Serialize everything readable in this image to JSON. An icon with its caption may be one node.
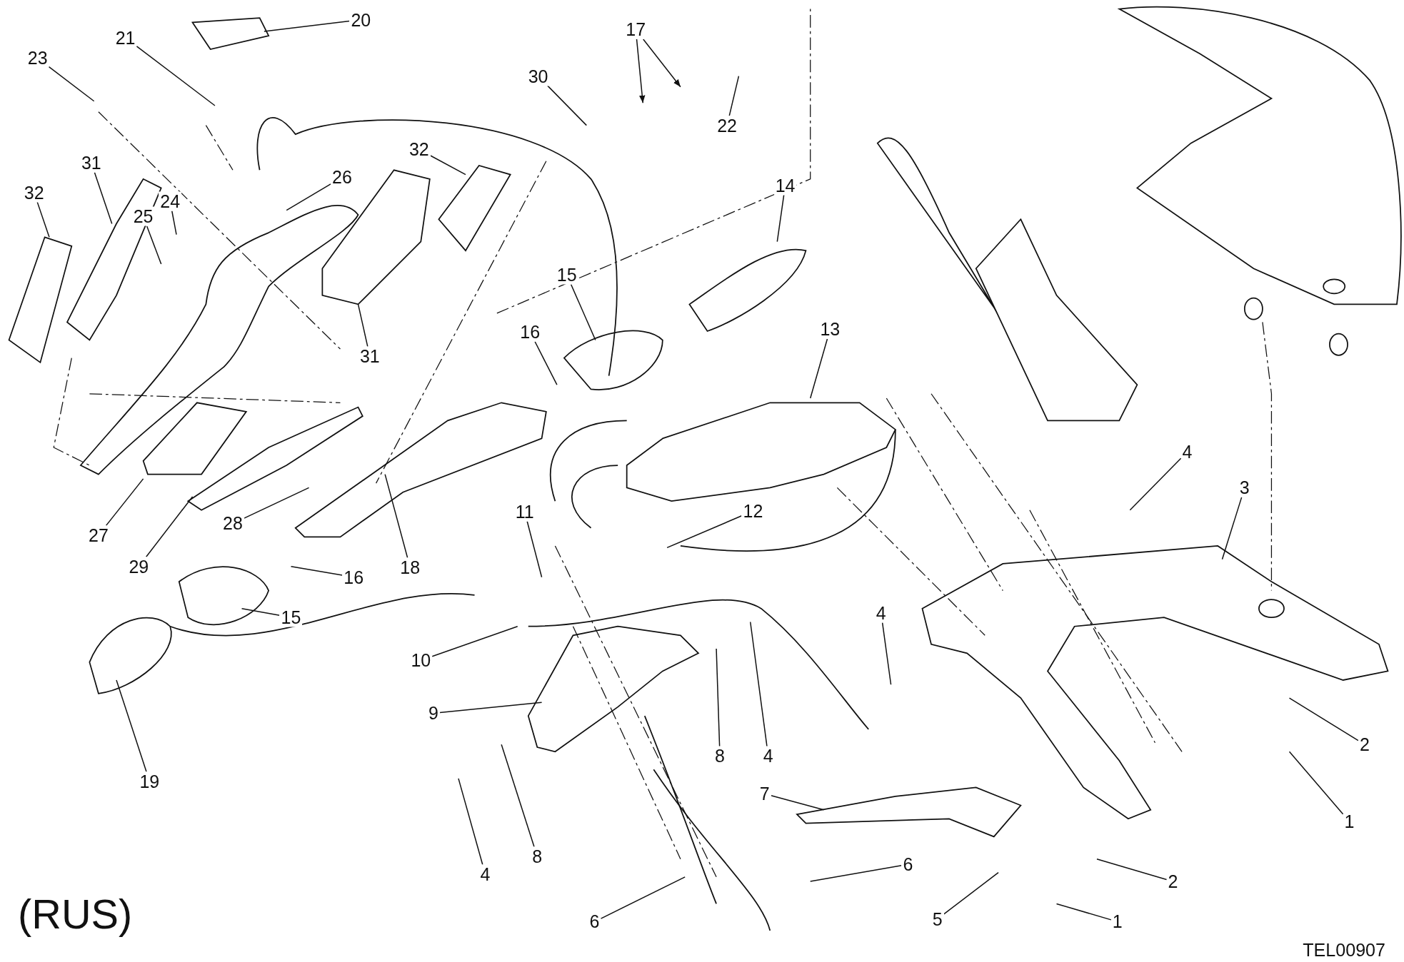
{
  "diagram": {
    "nodes": [
      {
        "text": [
          "20"
        ]
      },
      {
        "text": [
          "21"
        ]
      },
      {
        "text": [
          "23"
        ]
      },
      {
        "text": [
          "17"
        ]
      },
      {
        "text": [
          "30"
        ]
      },
      {
        "text": [
          "22"
        ]
      },
      {
        "text": [
          "32"
        ]
      },
      {
        "text": [
          "31"
        ]
      },
      {
        "text": [
          "26"
        ]
      },
      {
        "text": [
          "32"
        ]
      },
      {
        "text": [
          "24"
        ]
      },
      {
        "text": [
          "25"
        ]
      },
      {
        "text": [
          "14"
        ]
      },
      {
        "text": [
          "15"
        ]
      },
      {
        "text": [
          "16"
        ]
      },
      {
        "text": [
          "13"
        ]
      },
      {
        "text": [
          "31"
        ]
      },
      {
        "text": [
          "11"
        ]
      },
      {
        "text": [
          "12"
        ]
      },
      {
        "text": [
          "27"
        ]
      },
      {
        "text": [
          "28"
        ]
      },
      {
        "text": [
          "29"
        ]
      },
      {
        "text": [
          "18"
        ]
      },
      {
        "text": [
          "16"
        ]
      },
      {
        "text": [
          "15"
        ]
      },
      {
        "text": [
          "4"
        ]
      },
      {
        "text": [
          "3"
        ]
      },
      {
        "text": [
          "4"
        ]
      },
      {
        "text": [
          "10"
        ]
      },
      {
        "text": [
          "9"
        ]
      },
      {
        "text": [
          "8"
        ]
      },
      {
        "text": [
          "4"
        ]
      },
      {
        "text": [
          "19"
        ]
      },
      {
        "text": [
          "2"
        ]
      },
      {
        "text": [
          "1"
        ]
      },
      {
        "text": [
          "7"
        ]
      },
      {
        "text": [
          "4"
        ]
      },
      {
        "text": [
          "8"
        ]
      },
      {
        "text": [
          "6"
        ]
      },
      {
        "text": [
          "6"
        ]
      },
      {
        "text": [
          "5"
        ]
      },
      {
        "text": [
          "2"
        ]
      },
      {
        "text": [
          "1"
        ]
      }
    ],
    "edges": [
      {
        "from": 0,
        "to": null,
        "arrow": "none"
      },
      {
        "from": 1,
        "to": null,
        "arrow": "none"
      },
      {
        "from": 2,
        "to": null,
        "arrow": "none"
      },
      {
        "from": 3,
        "to": null,
        "arrow": "to"
      },
      {
        "from": 3,
        "to": null,
        "arrow": "to"
      },
      {
        "from": 4,
        "to": null,
        "arrow": "none"
      },
      {
        "from": 5,
        "to": null,
        "arrow": "none"
      },
      {
        "from": 6,
        "to": null,
        "arrow": "none"
      },
      {
        "from": 7,
        "to": null,
        "arrow": "none"
      },
      {
        "from": 8,
        "to": null,
        "arrow": "none"
      },
      {
        "from": 9,
        "to": null,
        "arrow": "none"
      },
      {
        "from": 10,
        "to": null,
        "arrow": "none"
      },
      {
        "from": 11,
        "to": null,
        "arrow": "none"
      },
      {
        "from": 12,
        "to": null,
        "arrow": "none"
      },
      {
        "from": 13,
        "to": null,
        "arrow": "none"
      },
      {
        "from": 14,
        "to": null,
        "arrow": "none"
      },
      {
        "from": 15,
        "to": null,
        "arrow": "none"
      },
      {
        "from": 16,
        "to": null,
        "arrow": "none"
      },
      {
        "from": 17,
        "to": null,
        "arrow": "none"
      },
      {
        "from": 18,
        "to": null,
        "arrow": "none"
      },
      {
        "from": 19,
        "to": null,
        "arrow": "none"
      },
      {
        "from": 20,
        "to": null,
        "arrow": "none"
      },
      {
        "from": 21,
        "to": null,
        "arrow": "none"
      },
      {
        "from": 22,
        "to": null,
        "arrow": "none"
      },
      {
        "from": 23,
        "to": null,
        "arrow": "none"
      },
      {
        "from": 24,
        "to": null,
        "arrow": "none"
      },
      {
        "from": 25,
        "to": null,
        "arrow": "none"
      },
      {
        "from": 26,
        "to": null,
        "arrow": "none"
      },
      {
        "from": 27,
        "to": null,
        "arrow": "none"
      },
      {
        "from": 28,
        "to": null,
        "arrow": "none"
      },
      {
        "from": 29,
        "to": null,
        "arrow": "none"
      },
      {
        "from": 30,
        "to": null,
        "arrow": "none"
      },
      {
        "from": 31,
        "to": null,
        "arrow": "none"
      },
      {
        "from": 32,
        "to": null,
        "arrow": "none"
      },
      {
        "from": 33,
        "to": null,
        "arrow": "none"
      },
      {
        "from": 34,
        "to": null,
        "arrow": "none"
      },
      {
        "from": 35,
        "to": null,
        "arrow": "none"
      },
      {
        "from": 36,
        "to": null,
        "arrow": "none"
      },
      {
        "from": 37,
        "to": null,
        "arrow": "none"
      },
      {
        "from": 38,
        "to": null,
        "arrow": "none"
      },
      {
        "from": 39,
        "to": null,
        "arrow": "none"
      },
      {
        "from": 40,
        "to": null,
        "arrow": "none"
      },
      {
        "from": 41,
        "to": null,
        "arrow": "none"
      },
      {
        "from": 42,
        "to": null,
        "arrow": "none"
      }
    ],
    "labels": [
      "(RUS)",
      "TEL00907"
    ]
  }
}
